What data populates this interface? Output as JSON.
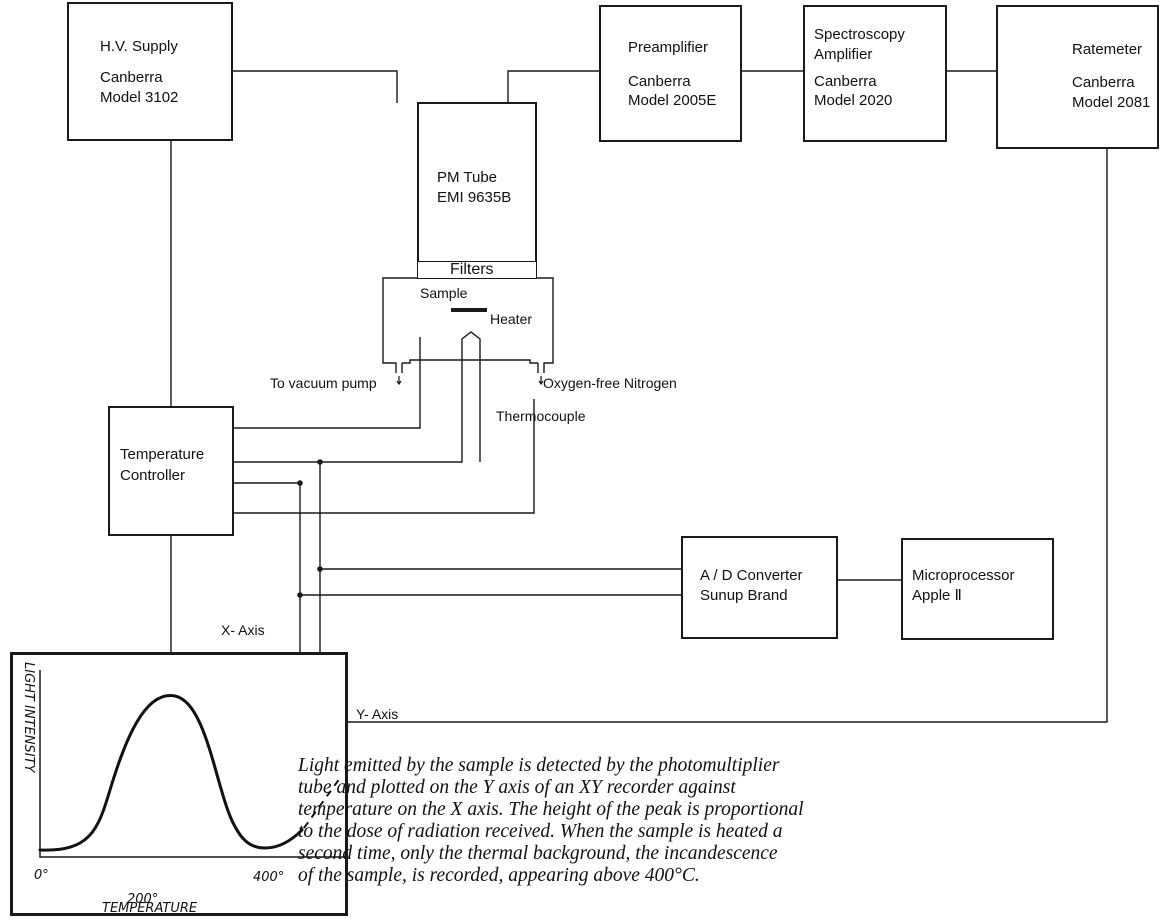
{
  "blocks": {
    "hv_supply": {
      "title": "H.V. Supply",
      "line1": "Canberra",
      "line2": "Model 3102"
    },
    "preamplifier": {
      "title": "Preamplifier",
      "line1": "Canberra",
      "line2": "Model 2005E"
    },
    "spectroscopy_amplifier": {
      "title1": "Spectroscopy",
      "title2": "Amplifier",
      "line1": "Canberra",
      "line2": "Model 2020"
    },
    "ratemeter": {
      "title": "Ratemeter",
      "line1": "Canberra",
      "line2": "Model 2081"
    },
    "pm_tube": {
      "line1": "PM Tube",
      "line2": "EMI 9635B"
    },
    "filters": {
      "label": "Filters"
    },
    "temperature_controller": {
      "line1": "Temperature",
      "line2": "Controller"
    },
    "ad_converter": {
      "line1": "A / D Converter",
      "line2": "Sunup Brand"
    },
    "microprocessor": {
      "line1": "Microprocessor",
      "line2": "Apple Ⅱ"
    }
  },
  "labels": {
    "sample": "Sample",
    "heater": "Heater",
    "vacuum": "To vacuum pump",
    "nitrogen": "Oxygen-free Nitrogen",
    "thermocouple": "Thermocouple",
    "x_axis": "X- Axis",
    "y_axis": "Y- Axis"
  },
  "recorder_plot": {
    "ylabel": "LIGHT INTENSITY",
    "xlabel": "TEMPERATURE",
    "ticks": [
      "0°",
      "200°",
      "400°"
    ]
  },
  "caption": "Light emitted by the sample is detected by the photomultiplier\ntube and plotted on the Y axis of an XY recorder against\ntemperature on the X axis. The height of the peak is proportional\nto the dose of radiation received. When the sample is heated a\nsecond time, only the thermal background, the incandescence\nof the sample, is recorded, appearing above 400°C.",
  "colors": {
    "ink": "#1a1a1a",
    "paper": "#ffffff"
  }
}
